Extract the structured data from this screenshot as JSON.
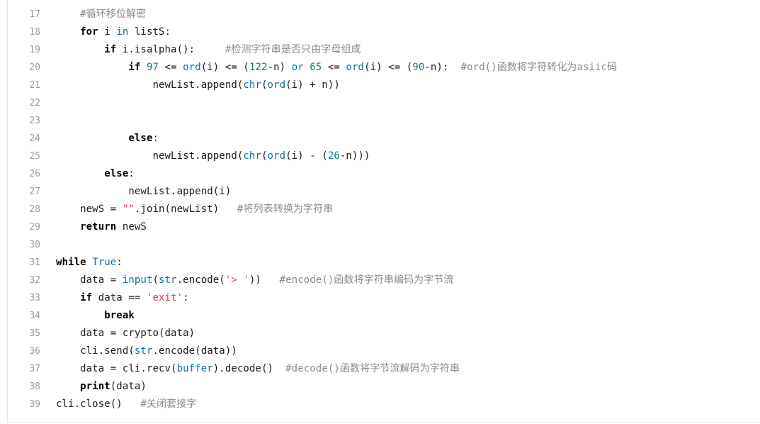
{
  "editor": {
    "lines": [
      {
        "num": "17",
        "indent": "    ",
        "tokens": [
          {
            "t": "cm",
            "v": "#循环移位解密"
          }
        ]
      },
      {
        "num": "18",
        "indent": "    ",
        "tokens": [
          {
            "t": "kw",
            "v": "for"
          },
          {
            "t": "p",
            "v": " i "
          },
          {
            "t": "bi",
            "v": "in"
          },
          {
            "t": "p",
            "v": " listS:"
          }
        ]
      },
      {
        "num": "19",
        "indent": "        ",
        "tokens": [
          {
            "t": "kw",
            "v": "if"
          },
          {
            "t": "p",
            "v": " i.isalpha():     "
          },
          {
            "t": "cm",
            "v": "#检测字符串是否只由字母组成"
          }
        ]
      },
      {
        "num": "20",
        "indent": "            ",
        "tokens": [
          {
            "t": "kw",
            "v": "if"
          },
          {
            "t": "p",
            "v": " "
          },
          {
            "t": "num",
            "v": "97"
          },
          {
            "t": "p",
            "v": " <= "
          },
          {
            "t": "bi",
            "v": "ord"
          },
          {
            "t": "p",
            "v": "(i) <= ("
          },
          {
            "t": "num",
            "v": "122"
          },
          {
            "t": "p",
            "v": "-n) "
          },
          {
            "t": "bi",
            "v": "or"
          },
          {
            "t": "p",
            "v": " "
          },
          {
            "t": "num",
            "v": "65"
          },
          {
            "t": "p",
            "v": " <= "
          },
          {
            "t": "bi",
            "v": "ord"
          },
          {
            "t": "p",
            "v": "(i) <= ("
          },
          {
            "t": "num",
            "v": "90"
          },
          {
            "t": "p",
            "v": "-n):  "
          },
          {
            "t": "cm",
            "v": "#ord()函数将字符转化为asiic码"
          }
        ]
      },
      {
        "num": "21",
        "indent": "                ",
        "tokens": [
          {
            "t": "p",
            "v": "newList.append("
          },
          {
            "t": "bi",
            "v": "chr"
          },
          {
            "t": "p",
            "v": "("
          },
          {
            "t": "bi",
            "v": "ord"
          },
          {
            "t": "p",
            "v": "(i) + n))"
          }
        ]
      },
      {
        "num": "22",
        "indent": "",
        "tokens": []
      },
      {
        "num": "23",
        "indent": "",
        "tokens": []
      },
      {
        "num": "24",
        "indent": "            ",
        "tokens": [
          {
            "t": "kw",
            "v": "else"
          },
          {
            "t": "p",
            "v": ":"
          }
        ]
      },
      {
        "num": "25",
        "indent": "                ",
        "tokens": [
          {
            "t": "p",
            "v": "newList.append("
          },
          {
            "t": "bi",
            "v": "chr"
          },
          {
            "t": "p",
            "v": "("
          },
          {
            "t": "bi",
            "v": "ord"
          },
          {
            "t": "p",
            "v": "(i) - ("
          },
          {
            "t": "num",
            "v": "26"
          },
          {
            "t": "p",
            "v": "-n)))"
          }
        ]
      },
      {
        "num": "26",
        "indent": "        ",
        "tokens": [
          {
            "t": "kw",
            "v": "else"
          },
          {
            "t": "p",
            "v": ":"
          }
        ]
      },
      {
        "num": "27",
        "indent": "            ",
        "tokens": [
          {
            "t": "p",
            "v": "newList.append(i)"
          }
        ]
      },
      {
        "num": "28",
        "indent": "    ",
        "tokens": [
          {
            "t": "p",
            "v": "newS = "
          },
          {
            "t": "str",
            "v": "\"\""
          },
          {
            "t": "p",
            "v": ".join(newList)   "
          },
          {
            "t": "cm",
            "v": "#将列表转换为字符串"
          }
        ]
      },
      {
        "num": "29",
        "indent": "    ",
        "tokens": [
          {
            "t": "kw",
            "v": "return"
          },
          {
            "t": "p",
            "v": " newS"
          }
        ]
      },
      {
        "num": "30",
        "indent": "",
        "tokens": []
      },
      {
        "num": "31",
        "indent": "",
        "tokens": [
          {
            "t": "kw",
            "v": "while"
          },
          {
            "t": "p",
            "v": " "
          },
          {
            "t": "bi",
            "v": "True"
          },
          {
            "t": "p",
            "v": ":"
          }
        ]
      },
      {
        "num": "32",
        "indent": "    ",
        "tokens": [
          {
            "t": "p",
            "v": "data = "
          },
          {
            "t": "bi",
            "v": "input"
          },
          {
            "t": "p",
            "v": "("
          },
          {
            "t": "bi",
            "v": "str"
          },
          {
            "t": "p",
            "v": ".encode("
          },
          {
            "t": "str",
            "v": "'> '"
          },
          {
            "t": "p",
            "v": "))   "
          },
          {
            "t": "cm",
            "v": "#encode()函数将字符串编码为字节流"
          }
        ]
      },
      {
        "num": "33",
        "indent": "    ",
        "tokens": [
          {
            "t": "kw",
            "v": "if"
          },
          {
            "t": "p",
            "v": " data == "
          },
          {
            "t": "str",
            "v": "'exit'"
          },
          {
            "t": "p",
            "v": ":"
          }
        ]
      },
      {
        "num": "34",
        "indent": "        ",
        "tokens": [
          {
            "t": "kw",
            "v": "break"
          }
        ]
      },
      {
        "num": "35",
        "indent": "    ",
        "tokens": [
          {
            "t": "p",
            "v": "data = crypto(data)"
          }
        ]
      },
      {
        "num": "36",
        "indent": "    ",
        "tokens": [
          {
            "t": "p",
            "v": "cli.send("
          },
          {
            "t": "bi",
            "v": "str"
          },
          {
            "t": "p",
            "v": ".encode(data))"
          }
        ]
      },
      {
        "num": "37",
        "indent": "    ",
        "tokens": [
          {
            "t": "p",
            "v": "data = cli.recv("
          },
          {
            "t": "bi",
            "v": "buffer"
          },
          {
            "t": "p",
            "v": ").decode()  "
          },
          {
            "t": "cm",
            "v": "#decode()函数将字节流解码为字符串"
          }
        ]
      },
      {
        "num": "38",
        "indent": "    ",
        "tokens": [
          {
            "t": "kw",
            "v": "print"
          },
          {
            "t": "p",
            "v": "(data)"
          }
        ]
      },
      {
        "num": "39",
        "indent": "",
        "tokens": [
          {
            "t": "p",
            "v": "cli.close()   "
          },
          {
            "t": "cm",
            "v": "#关闭套接字"
          }
        ]
      }
    ]
  },
  "colors": {
    "keyword": "#000000",
    "builtin": "#0f6ea6",
    "number": "#0c7f7f",
    "string": "#d14040",
    "comment": "#8a8a8a",
    "line_number": "#9a9a9a"
  }
}
